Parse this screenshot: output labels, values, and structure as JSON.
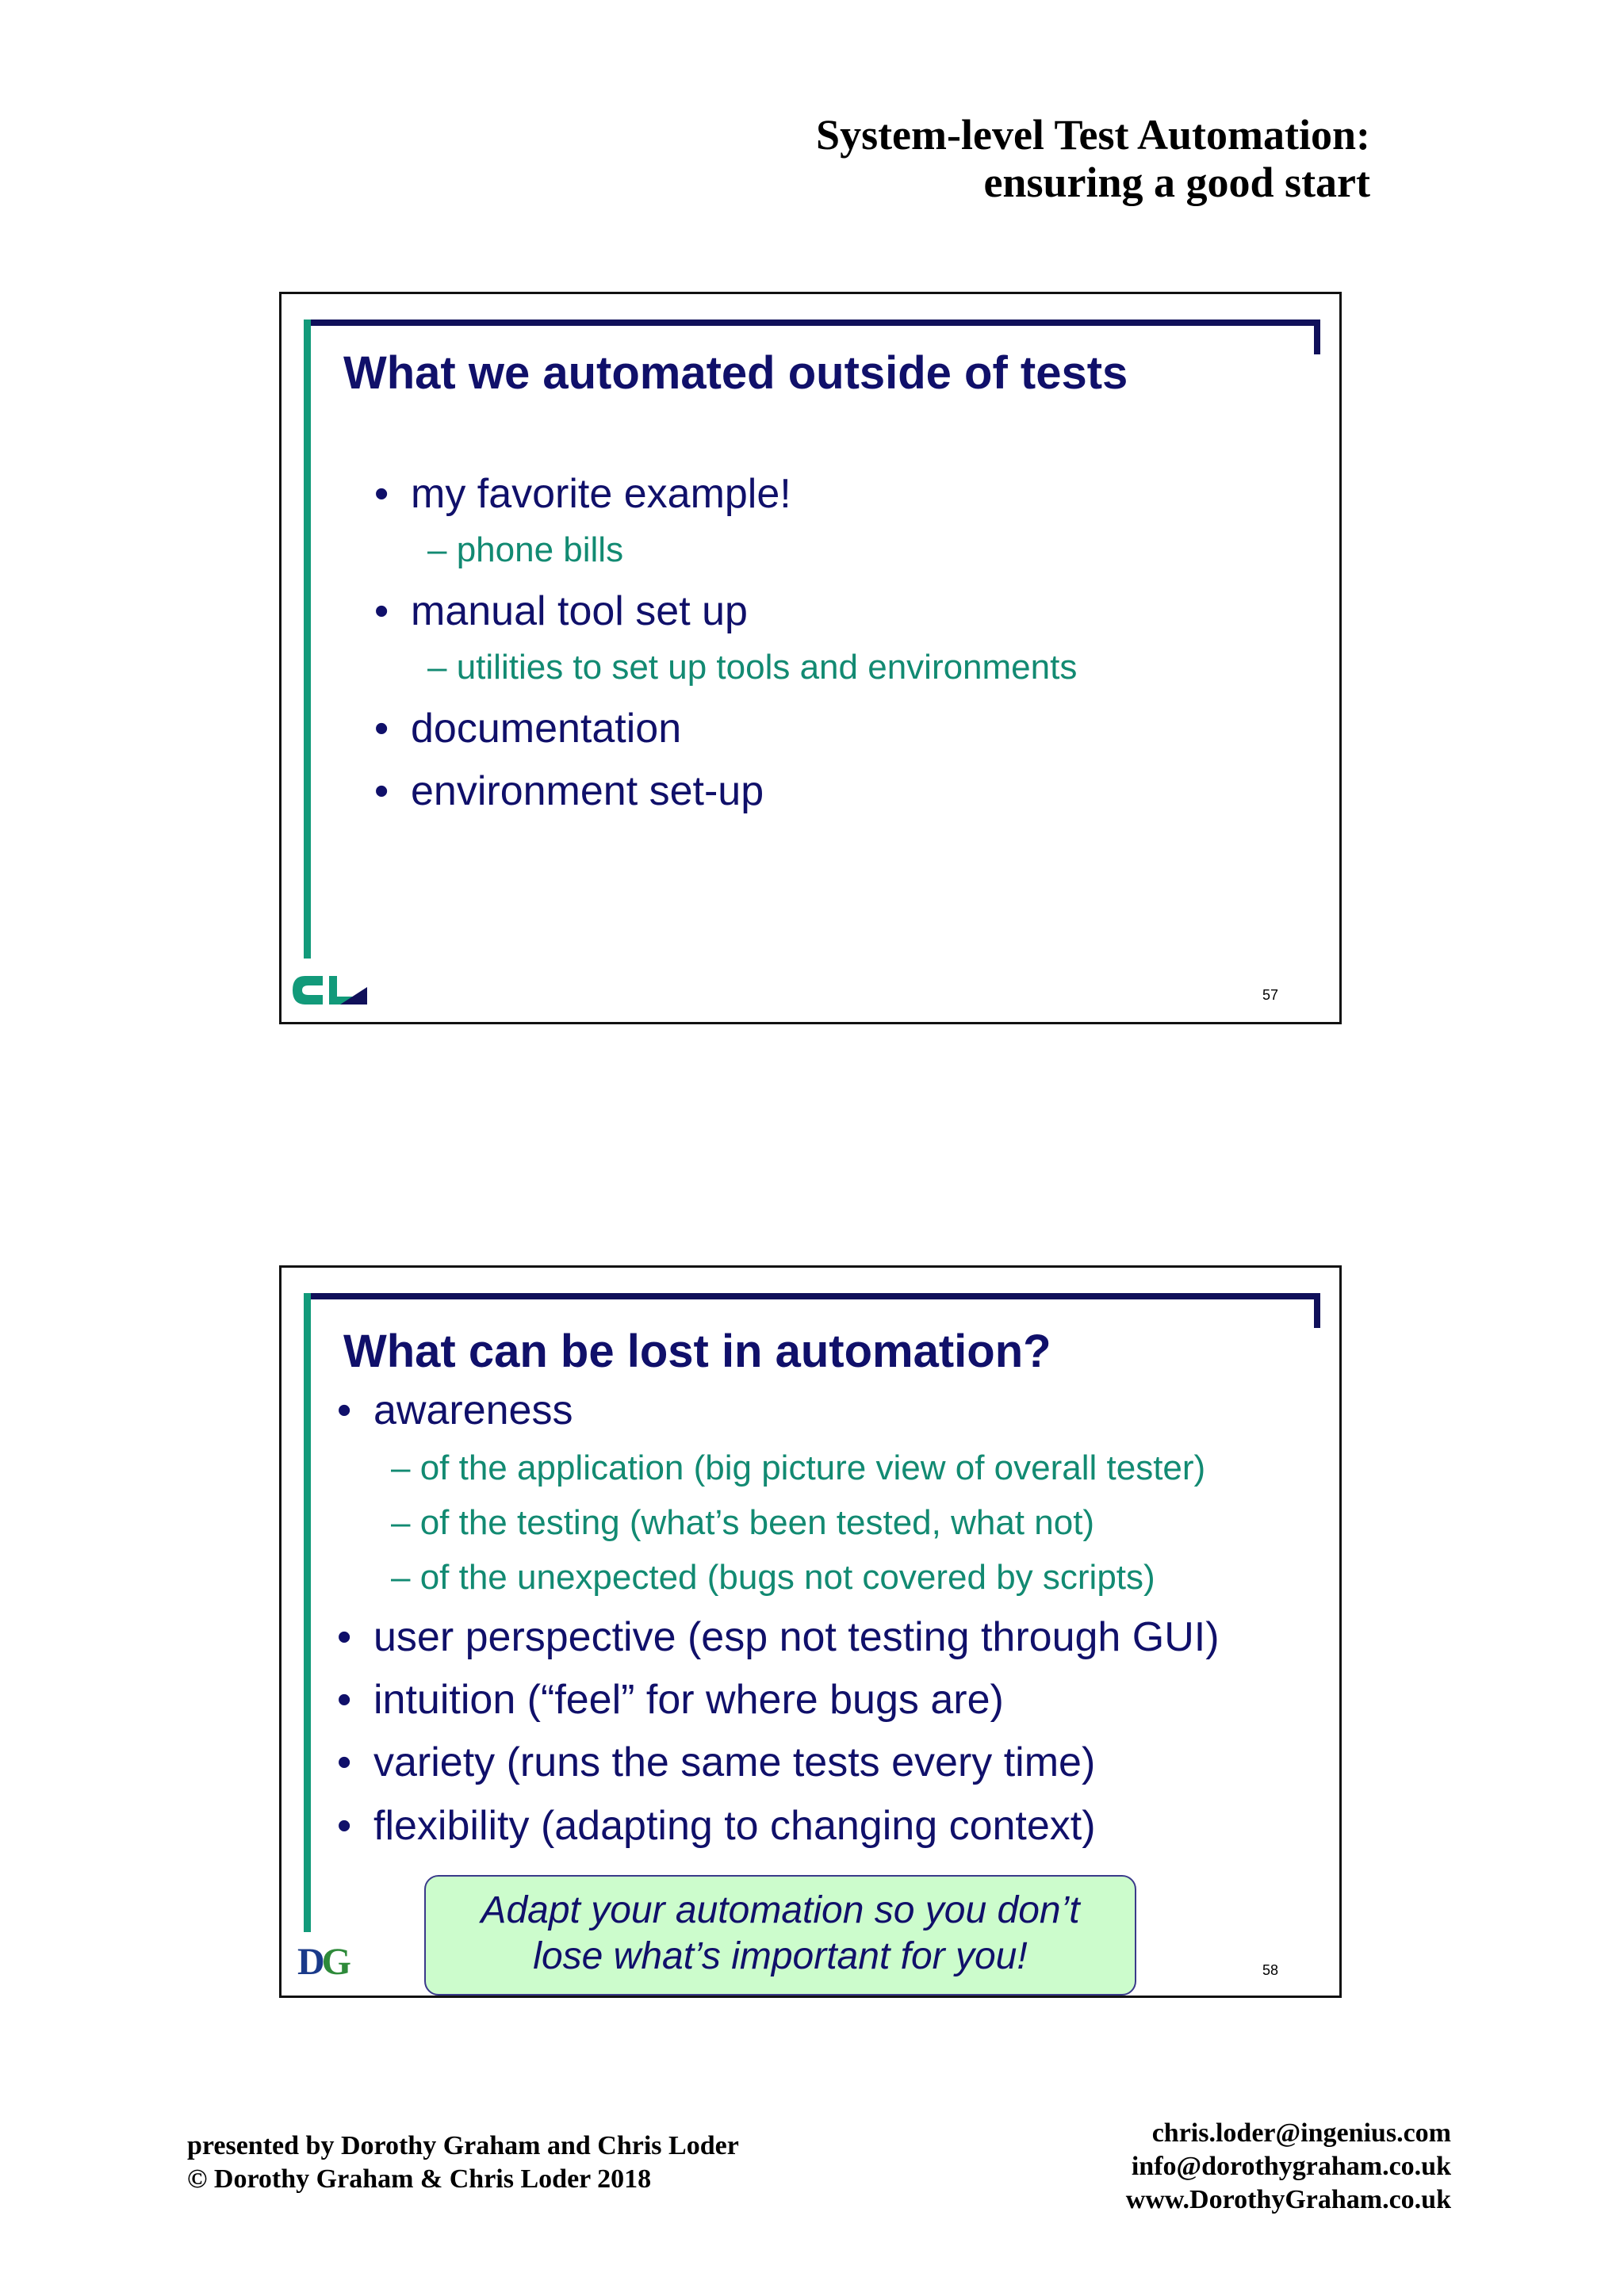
{
  "header": {
    "title_line1": "System-level Test Automation:",
    "title_line2": "ensuring a good start"
  },
  "slides": [
    {
      "title": "What we automated outside of tests",
      "number": "57",
      "logo": "CL",
      "items": [
        {
          "level": 1,
          "text": "my favorite example!"
        },
        {
          "level": 2,
          "text": "– phone bills"
        },
        {
          "level": 1,
          "text": "manual tool set up"
        },
        {
          "level": 2,
          "text": "– utilities to set up tools and environments"
        },
        {
          "level": 1,
          "text": "documentation"
        },
        {
          "level": 1,
          "text": "environment set-up"
        }
      ]
    },
    {
      "title": "What can be lost in automation?",
      "number": "58",
      "logo": "DG",
      "items": [
        {
          "level": 1,
          "text": "awareness"
        },
        {
          "level": 2,
          "text": "– of the application (big picture view of overall tester)"
        },
        {
          "level": 2,
          "text": "– of the testing (what’s been tested, what not)"
        },
        {
          "level": 2,
          "text": "– of the unexpected (bugs not covered by scripts)"
        },
        {
          "level": 1,
          "text": "user perspective (esp not testing through GUI)"
        },
        {
          "level": 1,
          "text": "intuition (“feel” for where bugs are)"
        },
        {
          "level": 1,
          "text": "variety (runs the same tests every time)"
        },
        {
          "level": 1,
          "text": "flexibility (adapting to changing context)"
        }
      ],
      "callout_line1": "Adapt your automation so you don’t",
      "callout_line2": "lose what’s important for you!"
    }
  ],
  "footer": {
    "left_line1": "presented by Dorothy Graham and Chris Loder",
    "left_line2": "© Dorothy Graham & Chris Loder 2018",
    "right_line1": "chris.loder@ingenius.com",
    "right_line2": "info@dorothygraham.co.uk",
    "right_line3": "www.DorothyGraham.co.uk"
  },
  "colors": {
    "title_navy": "#10106a",
    "sub_teal": "#128a72",
    "bar_teal": "#129a7a",
    "callout_bg": "#ccfccc"
  }
}
